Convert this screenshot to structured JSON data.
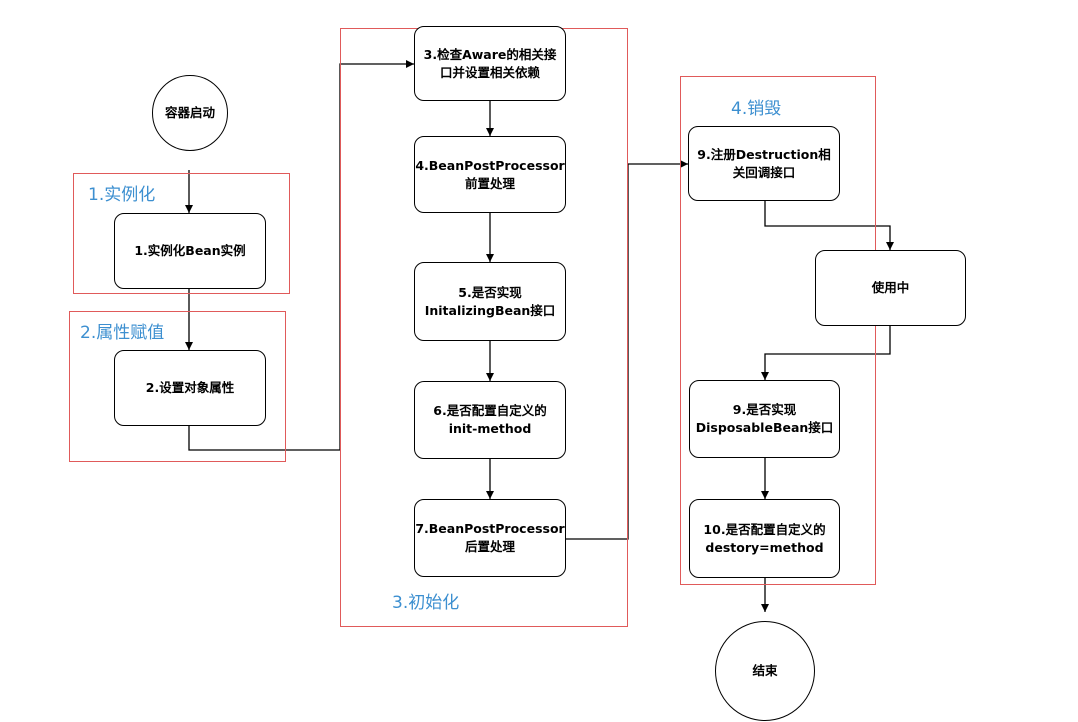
{
  "groups": {
    "instantiate": "1.实例化",
    "properties": "2.属性赋值",
    "initialize": "3.初始化",
    "destroy": "4.销毁"
  },
  "nodes": {
    "start": "容器启动",
    "n1": "1.实例化Bean实例",
    "n2": "2.设置对象属性",
    "n3": "3.检查Aware的相关接\n口并设置相关依赖",
    "n4": "4.BeanPostProcessor\n前置处理",
    "n5": "5.是否实现\nInitalizingBean接口",
    "n6": "6.是否配置自定义的\ninit-method",
    "n7": "7.BeanPostProcessor\n后置处理",
    "n9a": "9.注册Destruction相\n关回调接口",
    "inuse": "使用中",
    "n9b": "9.是否实现\nDisposableBean接口",
    "n10": "10.是否配置自定义的\ndestory=method",
    "end": "结束"
  }
}
